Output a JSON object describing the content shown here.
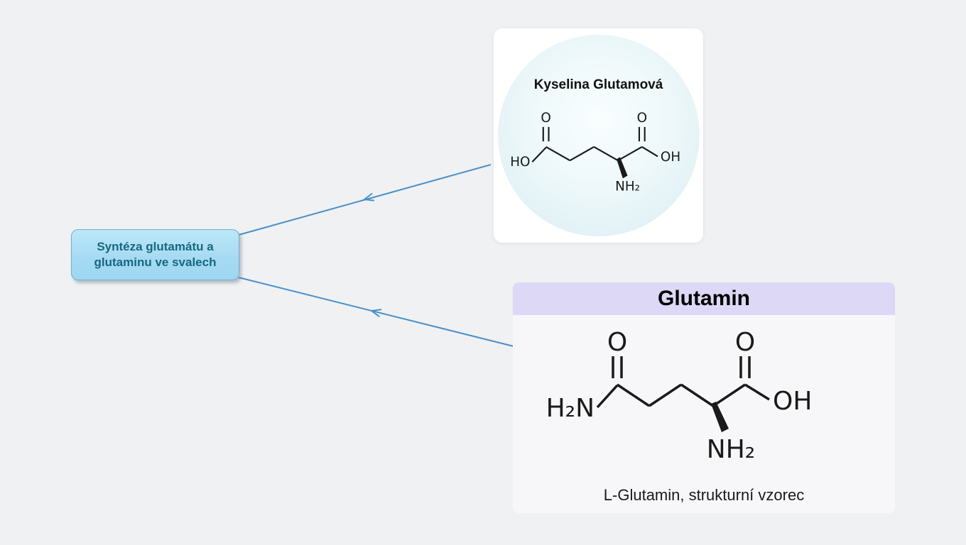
{
  "canvas": {
    "background": "#eff1f3"
  },
  "root_node": {
    "line1": "Syntéza glutamátu a",
    "line2": "glutaminu ve svalech",
    "fill": "#a9def5",
    "border_color": "#73aecb",
    "text_color": "#166880"
  },
  "edges": {
    "color": "#4a8fc7",
    "count": 2
  },
  "glutamic_card": {
    "title": "Kyselina Glutamová",
    "labels": {
      "ho": "HO",
      "o_left": "O",
      "o_right": "O",
      "oh": "OH",
      "nh2": "NH₂"
    }
  },
  "glutamine_card": {
    "title": "Glutamin",
    "caption": "L-Glutamin, strukturní vzorec",
    "header_fill": "#dcd8f5",
    "labels": {
      "h2n": "H₂N",
      "o_left": "O",
      "o_right": "O",
      "oh": "OH",
      "nh2": "NH₂"
    }
  }
}
